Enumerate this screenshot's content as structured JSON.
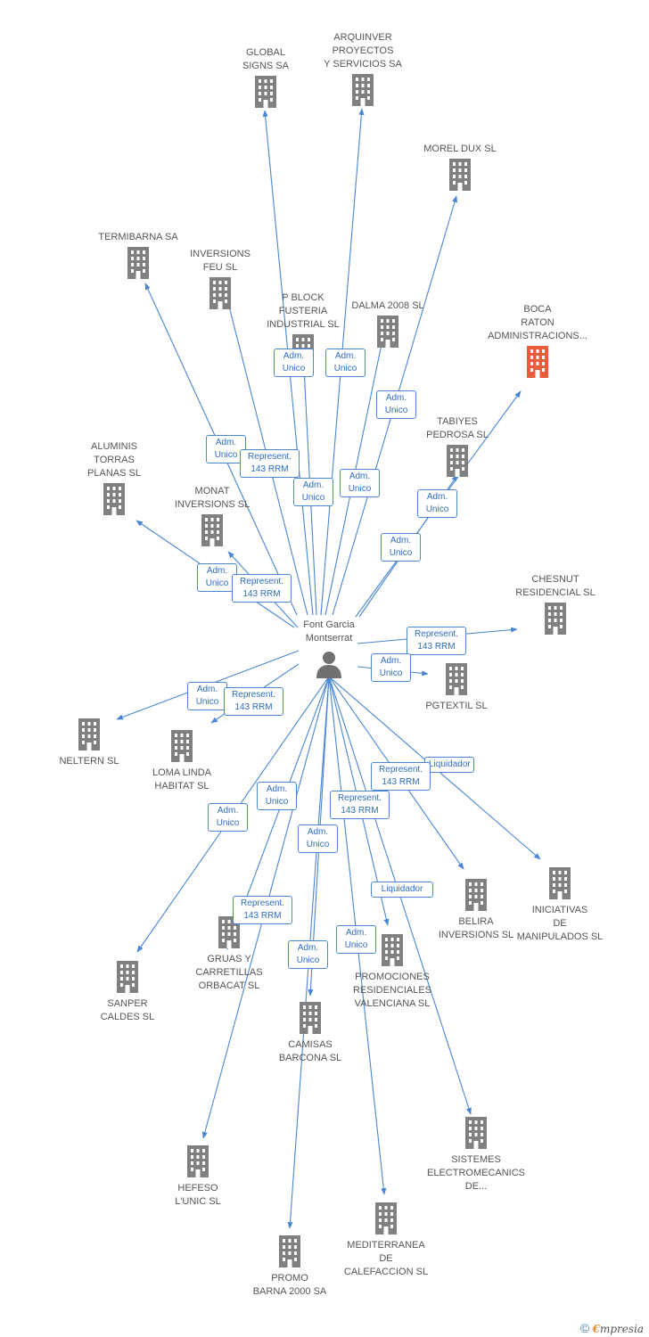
{
  "colors": {
    "edge": "#4a86d4",
    "node": "#808080",
    "highlight": "#e85d3a"
  },
  "person": {
    "name": "Font Garcia\nMontserrat",
    "icon": "person-icon"
  },
  "companies": [
    {
      "id": "global-signs",
      "label": "GLOBAL\nSIGNS SA",
      "highlight": false
    },
    {
      "id": "arquinver",
      "label": "ARQUINVER\nPROYECTOS\nY SERVICIOS SA",
      "highlight": false
    },
    {
      "id": "morel-dux",
      "label": "MOREL DUX SL",
      "highlight": false
    },
    {
      "id": "termibarna",
      "label": "TERMIBARNA SA",
      "highlight": false
    },
    {
      "id": "inversions-feu",
      "label": "INVERSIONS\nFEU SL",
      "highlight": false
    },
    {
      "id": "pblock",
      "label": "P BLOCK\nFUSTERIA\nINDUSTRIAL SL",
      "highlight": false
    },
    {
      "id": "dalma",
      "label": "DALMA 2008 SL",
      "highlight": false
    },
    {
      "id": "boca-raton",
      "label": "BOCA\nRATON\nADMINISTRACIONS...",
      "highlight": true
    },
    {
      "id": "tabiyes",
      "label": "TABIYES\nPEDROSA SL",
      "highlight": false
    },
    {
      "id": "aluminis",
      "label": "ALUMINIS\nTORRAS\nPLANAS SL",
      "highlight": false
    },
    {
      "id": "monat",
      "label": "MONAT\nINVERSIONS SL",
      "highlight": false
    },
    {
      "id": "chesnut",
      "label": "CHESNUT\nRESIDENCIAL SL",
      "highlight": false
    },
    {
      "id": "pgtextil",
      "label": "PGTEXTIL SL",
      "highlight": false
    },
    {
      "id": "neltern",
      "label": "NELTERN SL",
      "highlight": false
    },
    {
      "id": "loma-linda",
      "label": "LOMA LINDA\nHABITAT SL",
      "highlight": false
    },
    {
      "id": "iniciativas",
      "label": "INICIATIVAS\nDE\nMANIPULADOS SL",
      "highlight": false
    },
    {
      "id": "belira",
      "label": "BELIRA\nINVERSIONS SL",
      "highlight": false
    },
    {
      "id": "sanper",
      "label": "SANPER\nCALDES SL",
      "highlight": false
    },
    {
      "id": "gruas",
      "label": "GRUAS Y\nCARRETILLAS\nORBACAT SL",
      "highlight": false
    },
    {
      "id": "promociones",
      "label": "PROMOCIONES\nRESIDENCIALES\nVALENCIANA SL",
      "highlight": false
    },
    {
      "id": "camisas",
      "label": "CAMISAS\nBARCONA SL",
      "highlight": false
    },
    {
      "id": "sistemes",
      "label": "SISTEMES\nELECTROMECANICS\nDE...",
      "highlight": false
    },
    {
      "id": "hefeso",
      "label": "HEFESO\nL'UNIC SL",
      "highlight": false
    },
    {
      "id": "mediterranea",
      "label": "MEDITERRANEA\nDE\nCALEFACCION SL",
      "highlight": false
    },
    {
      "id": "promo-barna",
      "label": "PROMO\nBARNA 2000 SA",
      "highlight": false
    }
  ],
  "relations": [
    "Adm.\nUnico",
    "Adm.\nUnico",
    "Adm.\nUnico",
    "Adm.\nUnico",
    "Represent.\n143 RRM",
    "Adm.\nUnico",
    "Adm.\nUnico",
    "Adm.\nUnico",
    "Adm.\nUnico",
    "Adm.\nUnico",
    "Represent.\n143 RRM",
    "Represent.\n143 RRM",
    "Adm.\nUnico",
    "Adm.\nUnico",
    "Represent.\n143 RRM",
    "Liquidador",
    "Represent.\n143 RRM",
    "Adm.\nUnico",
    "Adm.\nUnico",
    "Represent.\n143 RRM",
    "Adm.\nUnico",
    "Liquidador",
    "Represent.\n143 RRM",
    "Adm.\nUnico",
    "Adm.\nUnico"
  ],
  "footer": {
    "copyright": "©",
    "brand_first": "€",
    "brand_rest": "mpresia"
  }
}
